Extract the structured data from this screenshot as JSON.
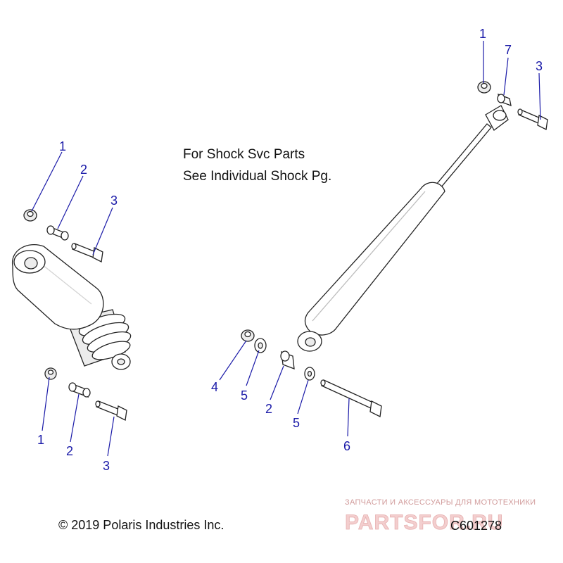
{
  "note": {
    "line1": "For Shock Svc Parts",
    "line2": "See Individual Shock Pg."
  },
  "copyright": "© 2019 Polaris Industries Inc.",
  "drawing_number": "C601278",
  "watermark": {
    "tagline": "ЗАПЧАСТИ И АКСЕССУАРЫ ДЛЯ МОТОТЕХНИКИ",
    "logo": "PARTSFOR.RU"
  },
  "callouts": {
    "left_top_1": "1",
    "left_top_2": "2",
    "left_top_3": "3",
    "left_bottom_1": "1",
    "left_bottom_2": "2",
    "left_bottom_3": "3",
    "right_top_1": "1",
    "right_top_7": "7",
    "right_top_3": "3",
    "right_bottom_4": "4",
    "right_bottom_5a": "5",
    "right_bottom_2": "2",
    "right_bottom_5b": "5",
    "right_bottom_6": "6"
  }
}
